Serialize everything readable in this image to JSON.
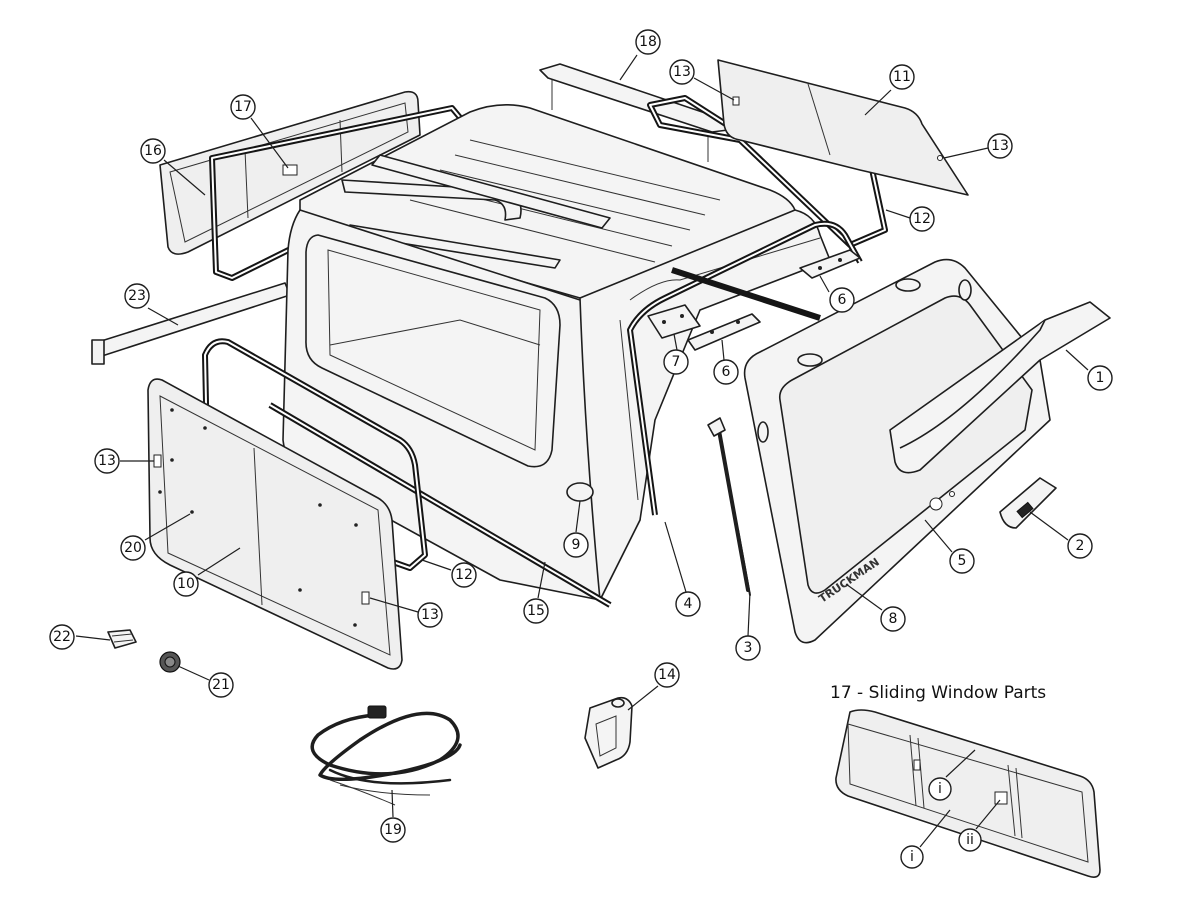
{
  "callouts": [
    {
      "label": "1"
    },
    {
      "label": "2"
    },
    {
      "label": "3"
    },
    {
      "label": "4"
    },
    {
      "label": "5"
    },
    {
      "label": "6"
    },
    {
      "label": "6"
    },
    {
      "label": "7"
    },
    {
      "label": "8"
    },
    {
      "label": "9"
    },
    {
      "label": "10"
    },
    {
      "label": "11"
    },
    {
      "label": "12"
    },
    {
      "label": "12"
    },
    {
      "label": "13"
    },
    {
      "label": "13"
    },
    {
      "label": "13"
    },
    {
      "label": "13"
    },
    {
      "label": "14"
    },
    {
      "label": "15"
    },
    {
      "label": "16"
    },
    {
      "label": "17"
    },
    {
      "label": "18"
    },
    {
      "label": "19"
    },
    {
      "label": "20"
    },
    {
      "label": "21"
    },
    {
      "label": "22"
    },
    {
      "label": "23"
    },
    {
      "label": "i"
    },
    {
      "label": "i"
    },
    {
      "label": "ii"
    }
  ],
  "inset": {
    "title": "17 - Sliding Window Parts"
  },
  "tailgate_brand": "TRUCKMAN"
}
